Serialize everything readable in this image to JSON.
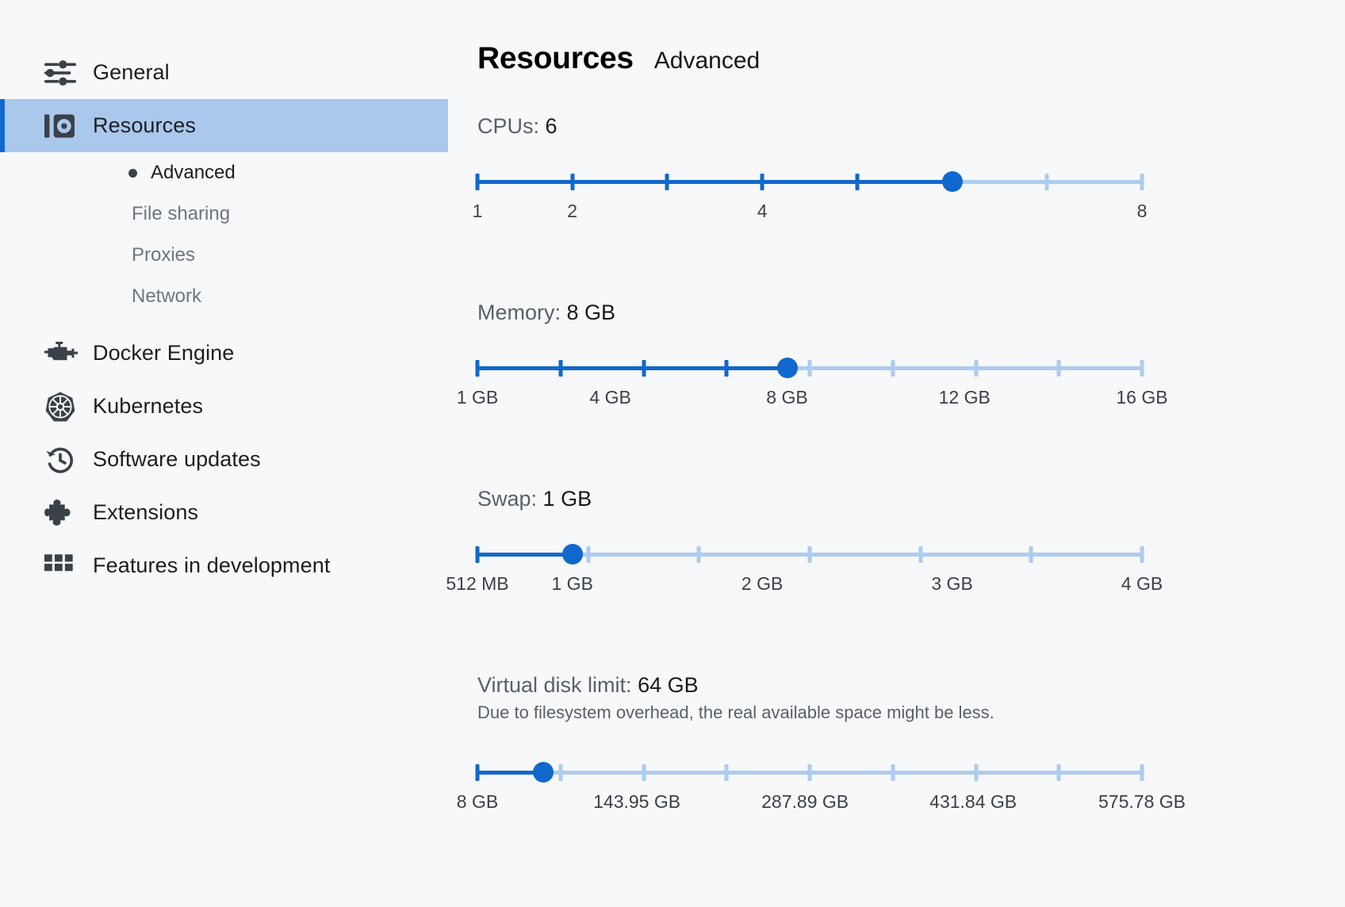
{
  "sidebar": {
    "items": [
      {
        "label": "General",
        "icon": "sliders-icon",
        "active": false
      },
      {
        "label": "Resources",
        "icon": "resources-icon",
        "active": true
      },
      {
        "label": "Docker Engine",
        "icon": "engine-icon",
        "active": false
      },
      {
        "label": "Kubernetes",
        "icon": "kubernetes-icon",
        "active": false
      },
      {
        "label": "Software updates",
        "icon": "clock-history-icon",
        "active": false
      },
      {
        "label": "Extensions",
        "icon": "puzzle-icon",
        "active": false
      },
      {
        "label": "Features in development",
        "icon": "grid-icon",
        "active": false
      }
    ],
    "sub_items": [
      {
        "label": "Advanced",
        "selected": true
      },
      {
        "label": "File sharing",
        "selected": false
      },
      {
        "label": "Proxies",
        "selected": false
      },
      {
        "label": "Network",
        "selected": false
      }
    ]
  },
  "header": {
    "title": "Resources",
    "subtitle": "Advanced"
  },
  "colors": {
    "accent": "#1168cc",
    "track_empty": "#aecbf0",
    "active_row": "#aac8ec",
    "background": "#f7f8f9"
  },
  "sliders": {
    "cpus": {
      "label_prefix": "CPUs: ",
      "value": "6",
      "min": 1,
      "max": 8,
      "current": 6,
      "tick_count": 8,
      "scale_labels": [
        {
          "text": "1",
          "pos": 0
        },
        {
          "text": "2",
          "pos": 14.2857
        },
        {
          "text": "4",
          "pos": 42.857
        },
        {
          "text": "8",
          "pos": 100
        }
      ]
    },
    "memory": {
      "label_prefix": "Memory: ",
      "value": "8 GB",
      "min": 1,
      "max": 16,
      "current": 8,
      "tick_count": 9,
      "scale_labels": [
        {
          "text": "1 GB",
          "pos": 0
        },
        {
          "text": "4 GB",
          "pos": 20
        },
        {
          "text": "8 GB",
          "pos": 46.6
        },
        {
          "text": "12 GB",
          "pos": 73.3
        },
        {
          "text": "16 GB",
          "pos": 100
        }
      ]
    },
    "swap": {
      "label_prefix": "Swap: ",
      "value": "1 GB",
      "min": 0.5,
      "max": 4,
      "current": 1,
      "tick_count": 7,
      "scale_labels": [
        {
          "text": "512 MB",
          "pos": 0
        },
        {
          "text": "1 GB",
          "pos": 14.2857
        },
        {
          "text": "2 GB",
          "pos": 42.857
        },
        {
          "text": "3 GB",
          "pos": 71.43
        },
        {
          "text": "4 GB",
          "pos": 100
        }
      ]
    },
    "disk": {
      "label_prefix": "Virtual disk limit: ",
      "value": "64 GB",
      "description": "Due to filesystem overhead, the real available space might be less.",
      "min": 8,
      "max": 575.78,
      "current": 64,
      "tick_count": 9,
      "scale_labels": [
        {
          "text": "8 GB",
          "pos": 0
        },
        {
          "text": "143.95 GB",
          "pos": 24
        },
        {
          "text": "287.89 GB",
          "pos": 49.3
        },
        {
          "text": "431.84 GB",
          "pos": 74.6
        },
        {
          "text": "575.78 GB",
          "pos": 100
        }
      ]
    }
  }
}
